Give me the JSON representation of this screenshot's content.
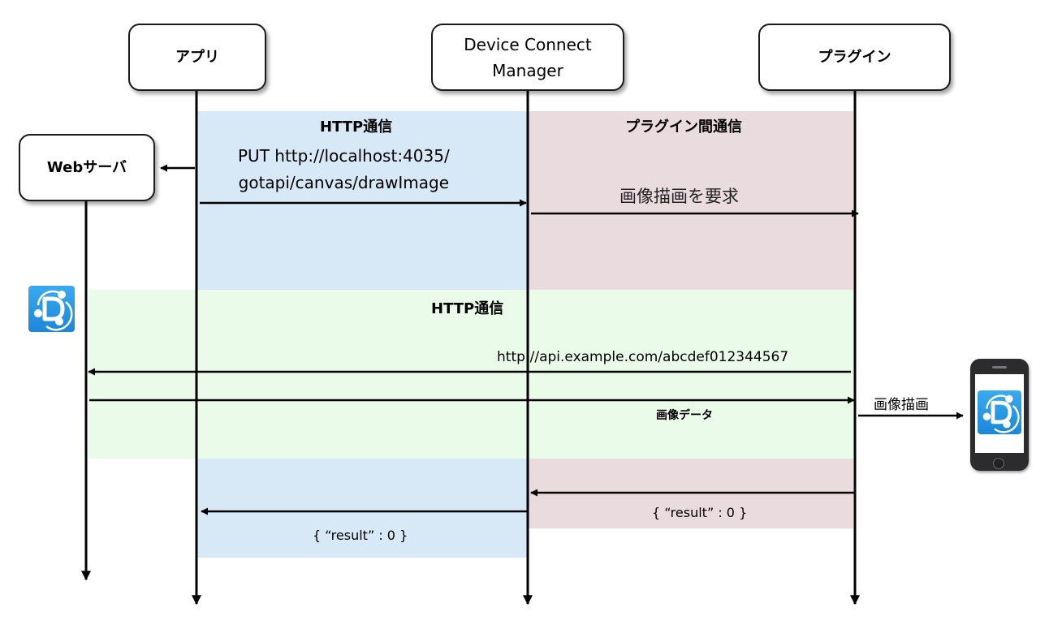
{
  "actors": {
    "app": "アプリ",
    "dcm_line1": "Device Connect",
    "dcm_line2": "Manager",
    "plugin": "プラグイン",
    "webserver": "Webサーバ"
  },
  "zones": {
    "http1_title": "HTTP通信",
    "plugin_comm_title": "プラグイン間通信",
    "http2_title": "HTTP通信"
  },
  "messages": {
    "put_line1": "PUT http://localhost:4035/",
    "put_line2": "gotapi/canvas/drawImage",
    "draw_request": "画像描画を要求",
    "api_url": "http://api.example.com/abcdef012344567",
    "image_data": "画像データ",
    "draw": "画像描画",
    "result_plugin": "{ “result” : 0 }",
    "result_app": "{ “result” : 0 }"
  },
  "colors": {
    "http_zone": "#d7e8f6",
    "plugin_zone": "#eadbdf",
    "web_zone": "#ebfbe9",
    "logo_blue": "#2a9be6"
  },
  "icons": [
    "device-connect-logo-icon",
    "smartphone-icon"
  ]
}
